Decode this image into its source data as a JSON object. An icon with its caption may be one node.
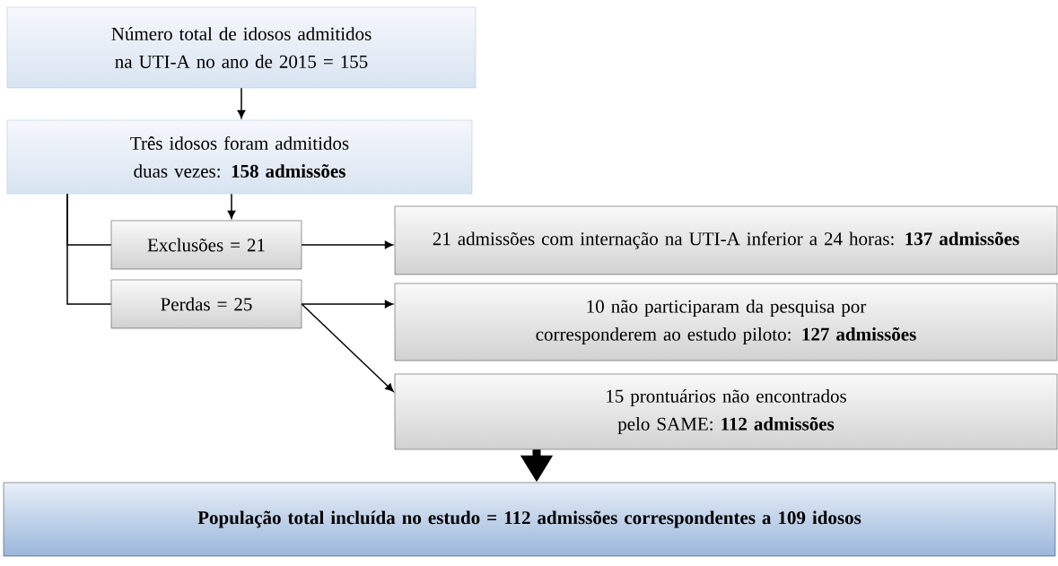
{
  "diagram": {
    "nodes": [
      {
        "text": [
          "Número total de idosos admitidos na UTI-A no ano de 2015 = 155"
        ]
      },
      {
        "text": [
          "Três idosos foram admitidos duas vezes: **158 admissões**"
        ]
      },
      {
        "text": [
          "Exclusões = 21"
        ]
      },
      {
        "text": [
          "Perdas = 25"
        ]
      },
      {
        "text": [
          "21 admissões com internação na UTI-A inferior a 24 horas: **137 admissões**"
        ]
      },
      {
        "text": [
          "10 não participaram da pesquisa por corresponderem ao estudo piloto: **127 admissões**"
        ]
      },
      {
        "text": [
          "15 prontuários não encontrados pelo SAME: **112 admissões**"
        ]
      },
      {
        "text": [
          "População total incluída no estudo = 112 admissões correspondentes a 109 idosos"
        ]
      }
    ],
    "edges": [
      {
        "from": 0,
        "to": 1,
        "arrow": "to"
      },
      {
        "from": 1,
        "to": 2,
        "arrow": "to"
      },
      {
        "from": 1,
        "to": 2,
        "arrow": "none"
      },
      {
        "from": 1,
        "to": 3,
        "arrow": "none"
      },
      {
        "from": 2,
        "to": 4,
        "arrow": "to"
      },
      {
        "from": 3,
        "to": 5,
        "arrow": "to"
      },
      {
        "from": 3,
        "to": 6,
        "arrow": "to"
      },
      {
        "from": 6,
        "to": 7,
        "arrow": "to",
        "style": "thick"
      }
    ]
  }
}
